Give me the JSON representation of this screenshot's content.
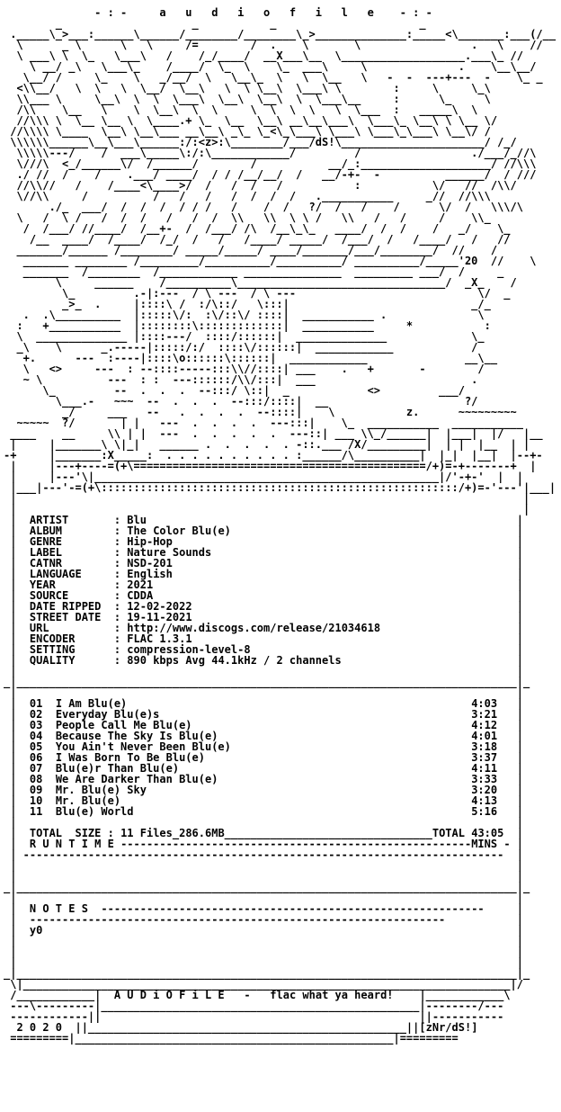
{
  "art_lines": [
    "              - : -     a   u   d   i   o   f   i   l   e    - : -",
    "        _                    _           _                      _",
    " ._____\\_>___:______\\______/________/________\\_>______________:_____<\\_______:___(/__",
    "  \\      _ \\      \\   \\     /=        /  .    \\       \\                 .   \\    //",
    "  \\ ___\\ \\  \\_   \\___\\   /    /_/____/  __X___\\__  \\___________________.___\\_ //",
    "    \\ __/ _\\   \\___\\_    /____/  \\_  \\    \\_  ___\\     \\              .    \\__\\__/",
    "   \\__/ /     \\_    \\   _/__/  \\   \\__\\_  \\   \\  \\__   \\   -  -  ---+---  -    \\_ _",
    "  <\\\\__/   \\  \\   \\  \\__/  \\__\\   \\  \\ \\__\\  \\___\\ \\        :     \\     \\_\\",
    "  \\\\___ \\     \\__\\  \\  \\  \\___\\  \\__\\  \\__\\  \\  \\___\\__     :      \\_     \\",
    "  /\\\\    \\__   \\    \\  \\__\\  \\  \\     \\  \\  \\  \\   \\  \\___  :   _____\\  \\",
    "  //\\\\\\ \\  \\__ \\__ \\  \\____.+ \\_  \\__  \\__\\ __\\__\\___\\  \\___\\_ \\__\\ \\ \\__ \\/",
    " //\\\\\\\\ \\____  \\__\\ \\__\\___ __\\__\\ _\\_ \\_<\\_\\___\\ \\___\\ \\___\\_\\___\\ \\__\\/ /",
    " \\\\\\\\\\\\______\\__\\___\\______:/:<z>:\\________/___/dS!\\______________________/ /_/",
    "  \\\\\\\\\\---/    /  ___\\_____\\:/:\\____________/         /                 ./___/_//\\",
    "  \\///\\  <_/______\\/  /______/        /           __/_:____________________/ //\\\\\\",
    "  ./ //  /    /    .___/ ____/  / / /__/__/  /   __/-+-  -          ______/  / ///",
    "  //\\\\//   /    /____<\\____>/  /   /  /   /           :           \\/   //  /\\\\/",
    "  \\//\\\\     /          /   /   /   /  /  /  /   .___________     _//  //\\\\\\",
    "       ./_  ___/  /  /  /  / / /   /    /  /   ?/  /   /    /      \\/  /   \\\\\\/\\",
    "  \\   /  \\ /   /  /  /   /   /  /  \\\\   \\\\  \\ \\ /   \\\\   /   /     /    \\\\_",
    "   /  /___/ //____/  /__+-  /  /___/ /\\  /__\\_\\_   ____/  /  /    /   _/    \\_",
    "    /__  ____/  /____/  /_/  /   /   /____/ _____/  /___/  /   /____/   /   //",
    "  _______/______ /________/ _____/_____/ ____/_______/___/________/  //    /",
    "   _______ ________ /_________/__________/__________/ __________/_____'20  //    \\",
    "   _______  /________  /____________ _______________  _________ ___/  /     _",
    "        \\     ______    /__________\\________________________________/  _X_    /",
    "         \\_         .-|:---  / \\ ---  / \\ ---                            \\/  _",
    "         _>_  .     |::::\\ /  :/\\::/   \\:::|                            _/_",
    "   .  .\\__________  |:::::\\/:  :\\/::\\/ ::::|  ___________ .              \\",
    "  :   +___________  |::::::::\\:::::::::::::|  ___________     *           :",
    "  \\  ______________ |::::---/  ::::/::::::|  ______________             \\_",
    "  _\\    \\      _.-----|:::::/:/  ::::\\/::::::|  ____________            /",
    "   +.      ---  :----|::::\\o::::::\\::::::|  ____________               __\\__",
    "   \\   <>     ---  : --::::-----:::\\\\//::::| ___    .   +       -        /",
    "   ~ \\          ---  : :  ---::::::/\\\\/:::|  ___                        .",
    "      \\_         --  .  .  .  --:::/ \\::|  _            <>         ___/",
    "        \\___.-   ~~~  --  .  .  .  --:::/::::|  __                     ?/",
    "         _/     ___   --   .  .  .  .  --::::|    \\           z.      ~~~~~~~~~",
    "  ~~~~~  ?/       | |   ---  .  .  .  .  ---:::|    \\_  ___________  ___________",
    " ____    __     \\\\ | |  ---  .  .  .  .  .  ---::| ___ \\\\_/______|  |___|  |/   |__",
    " |     |_______\\ \\|_|   ______ .  .  .  .  . -::.___ /X/_________|  | |  |__  | |",
    "-+     |_______:X_____:  . . . . . . . . . . :______/\\__________|  |_|  |__|  |--+-",
    " |     |---+----=(+\\=============================================/+)=-+-------+  |",
    " |     |---'\\|_____________________________________________________|/'-+-'  |  |",
    " |___|---'-=(+\\:::::::::::::::::::::::::::::::::::::::::::::::::::::::/+)=-'---'|___|",
    " |                                                                              |",
    " |                                                                              |"
  ],
  "info": {
    "rows": [
      {
        "key": "ARTIST      ",
        "value": "Blu"
      },
      {
        "key": "ALBUM       ",
        "value": "The Color Blu(e)"
      },
      {
        "key": "GENRE       ",
        "value": "Hip-Hop"
      },
      {
        "key": "LABEL       ",
        "value": "Nature Sounds"
      },
      {
        "key": "CATNR       ",
        "value": "NSD-201"
      },
      {
        "key": "LANGUAGE    ",
        "value": "English"
      },
      {
        "key": "YEAR        ",
        "value": "2021"
      },
      {
        "key": "SOURCE      ",
        "value": "CDDA"
      },
      {
        "key": "DATE RIPPED ",
        "value": "12-02-2022"
      },
      {
        "key": "STREET DATE ",
        "value": "19-11-2021"
      },
      {
        "key": "URL         ",
        "value": "http://www.discogs.com/release/21034618"
      },
      {
        "key": "ENCODER     ",
        "value": "FLAC 1.3.1"
      },
      {
        "key": "SETTING     ",
        "value": "compression-level-8"
      },
      {
        "key": "QUALITY     ",
        "value": "890 kbps Avg 44.1kHz / 2 channels"
      }
    ]
  },
  "tracklist": {
    "tracks": [
      {
        "num": "01",
        "title": "I Am Blu(e)",
        "time": "4:03"
      },
      {
        "num": "02",
        "title": "Everyday Blu(e)s",
        "time": "3:21"
      },
      {
        "num": "03",
        "title": "People Call Me Blu(e)",
        "time": "4:12"
      },
      {
        "num": "04",
        "title": "Because The Sky Is Blu(e)",
        "time": "4:01"
      },
      {
        "num": "05",
        "title": "You Ain't Never Been Blu(e)",
        "time": "3:18"
      },
      {
        "num": "06",
        "title": "I Was Born To Be Blu(e)",
        "time": "3:37"
      },
      {
        "num": "07",
        "title": "Blu(e)r Than Blu(e)",
        "time": "4:11"
      },
      {
        "num": "08",
        "title": "We Are Darker Than Blu(e)",
        "time": "3:33"
      },
      {
        "num": "09",
        "title": "Mr. Blu(e) Sky",
        "time": "3:20"
      },
      {
        "num": "10",
        "title": "Mr. Blu(e)",
        "time": "4:13"
      },
      {
        "num": "11",
        "title": "Blu(e) World",
        "time": "5:16"
      }
    ],
    "total_size_label": "TOTAL  SIZE",
    "total_size_value": "11 Files_286.6MB",
    "total_time_label": "TOTAL",
    "total_time_value": "43:05",
    "runtime_label": "R U N T I M E",
    "mins_label": "MINS"
  },
  "notes": {
    "heading": "N O T E S",
    "text": "y0"
  },
  "footer": {
    "brand": "A U D i O F i L E",
    "separator": "-",
    "slogan": "flac what ya heard!",
    "year": "2 0 2 0",
    "credit": "[zNr/dS!]"
  }
}
